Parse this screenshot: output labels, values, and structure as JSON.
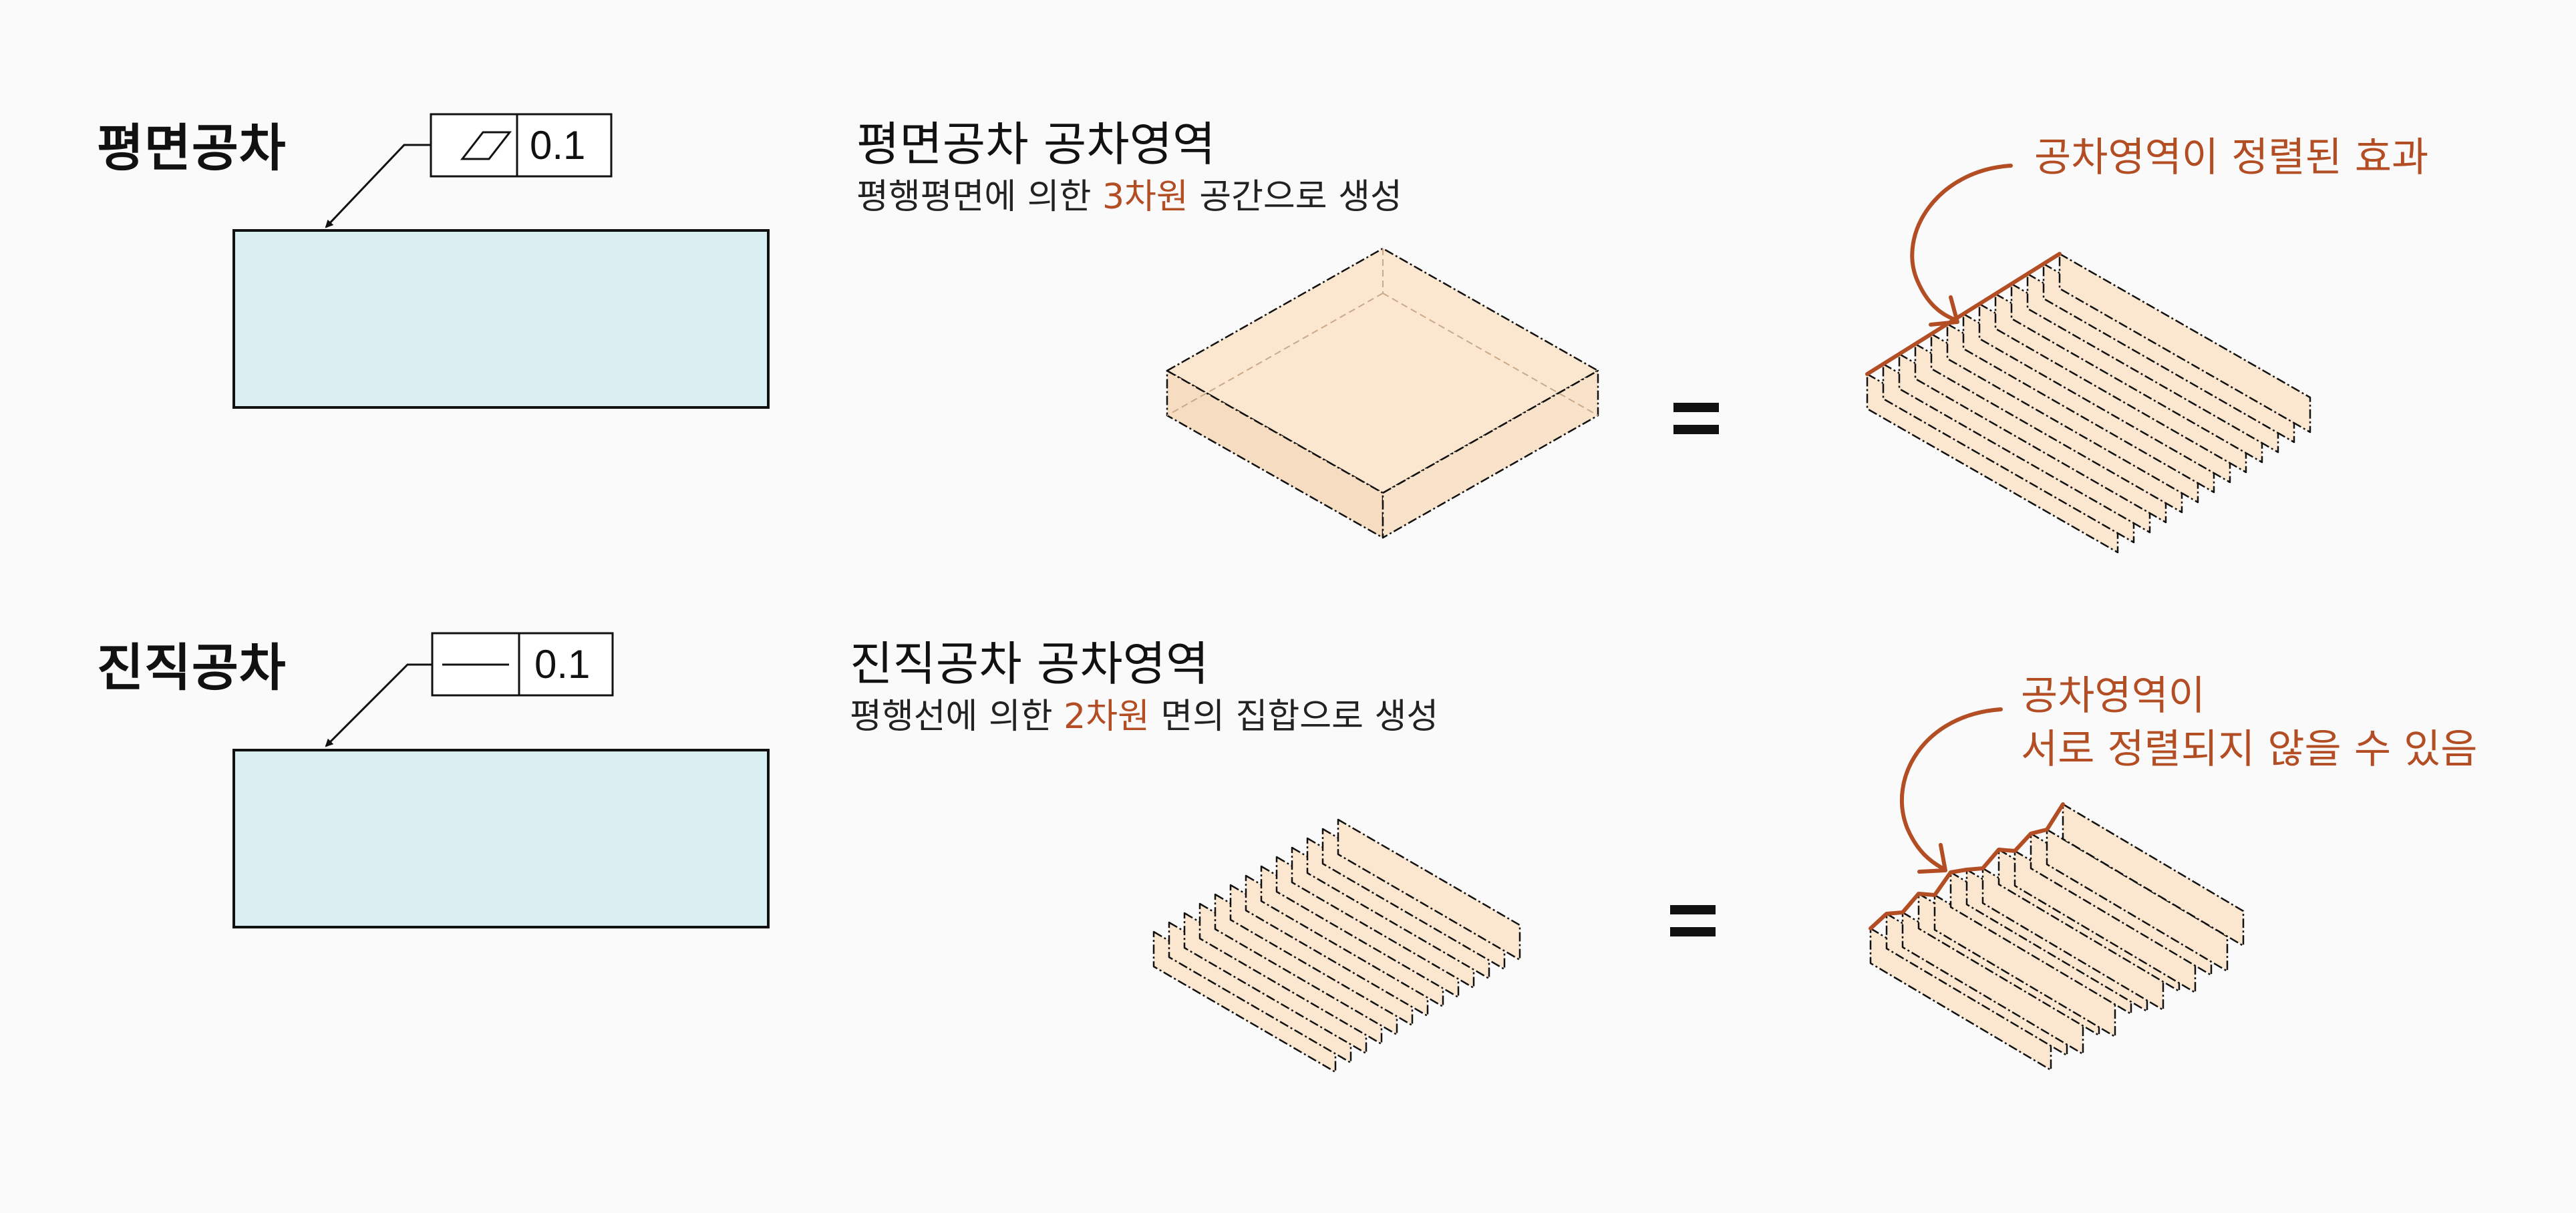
{
  "colors": {
    "accent": "#b34d24",
    "part_fill": "#daeff2",
    "zone_fill": "#fbe6cf",
    "line": "#111111"
  },
  "sections": [
    {
      "title": "평면공차",
      "symbol_icon": "flatness-parallelogram-icon",
      "tolerance_value": "0.1",
      "zone_title": "평면공차 공차영역",
      "zone_desc_before": "평행평면에 의한 ",
      "zone_desc_highlight": "3차원",
      "zone_desc_after": " 공간으로 생성",
      "equals": "=",
      "note_lines": [
        "공차영역이 정렬된 효과"
      ]
    },
    {
      "title": "진직공차",
      "symbol_icon": "straightness-line-icon",
      "tolerance_value": "0.1",
      "zone_title": "진직공차 공차영역",
      "zone_desc_before": "평행선에 의한 ",
      "zone_desc_highlight": "2차원",
      "zone_desc_after": " 면의 집합으로 생성",
      "equals": "=",
      "note_lines": [
        "공차영역이",
        "서로 정렬되지 않을 수 있음"
      ]
    }
  ]
}
